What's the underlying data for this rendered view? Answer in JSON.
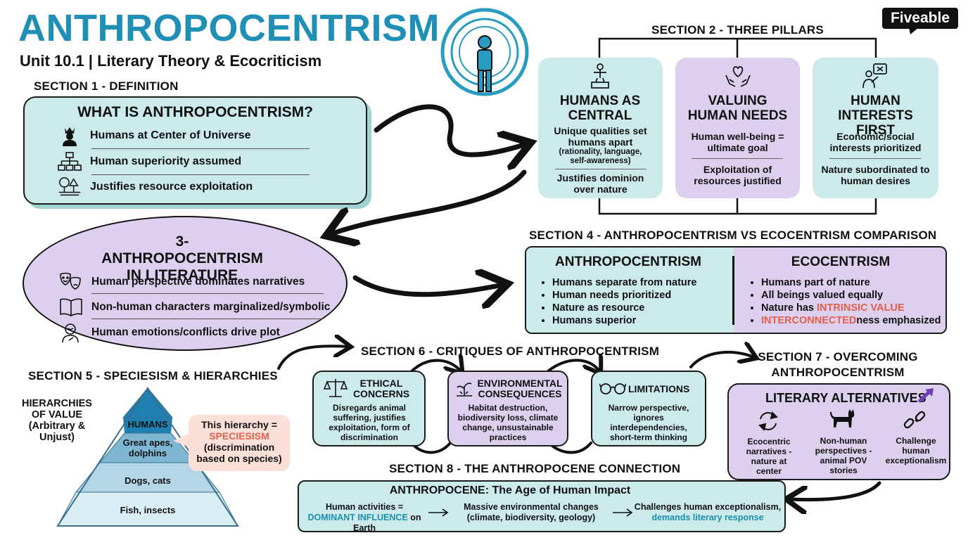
{
  "header": {
    "title": "ANTHROPOCENTRISM",
    "subtitle": "Unit 10.1 | Literary Theory & Ecocriticism",
    "brand": "Fiveable"
  },
  "section1": {
    "label": "SECTION 1 - DEFINITION",
    "heading": "WHAT IS ANTHROPOCENTRISM?",
    "items": [
      {
        "icon": "king-person-icon",
        "text": "Humans at Center of Universe"
      },
      {
        "icon": "hierarchy-icon",
        "text": "Human superiority assumed"
      },
      {
        "icon": "tree-resource-icon",
        "text": "Justifies resource exploitation"
      }
    ]
  },
  "section2": {
    "label": "SECTION 2 - THREE PILLARS",
    "pillars": [
      {
        "title": "HUMANS AS CENTRAL",
        "text1": "Unique qualities set humans apart",
        "small": "(rationality, language, self-awareness)",
        "text2": "Justifies dominion over nature"
      },
      {
        "title": "VALUING HUMAN NEEDS",
        "text1": "Human well-being = ultimate goal",
        "text2": "Exploitation of resources justified"
      },
      {
        "title": "HUMAN INTERESTS FIRST",
        "text1": "Economic/social interests prioritized",
        "text2": "Nature subordinated to human desires"
      }
    ]
  },
  "section3": {
    "label": "3- ANTHROPOCENTRISM IN LITERATURE",
    "items": [
      {
        "icon": "theater-masks-icon",
        "text": "Human perspective dominates narratives"
      },
      {
        "icon": "open-book-icon",
        "text": "Non-human characters marginalized/symbolic"
      },
      {
        "icon": "thinking-person-icon",
        "text": "Human emotions/conflicts drive plot"
      }
    ]
  },
  "section4": {
    "label": "SECTION 4 - ANTHROPOCENTRISM VS ECOCENTRISM COMPARISON",
    "left_title": "ANTHROPOCENTRISM",
    "left_items": [
      "Humans separate from nature",
      "Human needs prioritized",
      "Nature as resource",
      "Humans superior"
    ],
    "right_title": "ECOCENTRISM",
    "right_items": {
      "i1": "Humans part of nature",
      "i2": "All beings valued equally",
      "i3_pre": "Nature has ",
      "i3_hl": "INTRINSIC VALUE",
      "i4_hl": "INTERCONNECTED",
      "i4_post": "ness emphasized"
    }
  },
  "section5": {
    "label": "SECTION 5 - SPECIESISM & HIERARCHIES",
    "side_label_1": "HIERARCHIES OF VALUE",
    "side_label_2": "(Arbitrary & Unjust)",
    "levels": [
      "HUMANS",
      "Great apes, dolphins",
      "Dogs, cats",
      "Fish, insects"
    ],
    "callout_pre": "This hierarchy =",
    "callout_hl": "SPECIESISM",
    "callout_post": "(discrimination based on species)"
  },
  "section6": {
    "label": "SECTION 6 - CRITIQUES OF ANTHROPOCENTRISM",
    "critiques": [
      {
        "icon": "scales-icon",
        "title": "ETHICAL CONCERNS",
        "text": "Disregards animal suffering, justifies exploitation, form of discrimination"
      },
      {
        "icon": "dead-plant-icon",
        "title": "ENVIRONMENTAL CONSEQUENCES",
        "text": "Habitat destruction, biodiversity loss, climate change, unsustainable practices"
      },
      {
        "icon": "glasses-icon",
        "title": "LIMITATIONS",
        "text": "Narrow perspective, ignores interdependencies, short-term thinking"
      }
    ]
  },
  "section7": {
    "label": "SECTION 7 - OVERCOMING ANTHROPOCENTRISM",
    "heading": "LITERARY ALTERNATIVES",
    "items": [
      {
        "icon": "cycle-arrows-icon",
        "text": "Ecocentric narratives - nature at center"
      },
      {
        "icon": "cat-icon",
        "text": "Non-human perspectives - animal POV stories"
      },
      {
        "icon": "broken-chain-icon",
        "text": "Challenge human exceptionalism"
      }
    ]
  },
  "section8": {
    "label": "SECTION 8 - THE ANTHROPOCENE CONNECTION",
    "heading": "ANTHROPOCENE: The Age of Human Impact",
    "step1_pre": "Human activities =",
    "step1_hl": "DOMINANT INFLUENCE",
    "step1_post": " on Earth",
    "step2": "Massive environmental changes (climate, biodiversity, geology)",
    "step3_pre": "Challenges human exceptionalism,",
    "step3_hl": "demands literary response"
  },
  "colors": {
    "teal": "#cdeaea",
    "lavender": "#ddd0ee",
    "title_blue": "#1f8fb5",
    "highlight_red": "#e0604c",
    "highlight_blue": "#1a8fb0"
  }
}
